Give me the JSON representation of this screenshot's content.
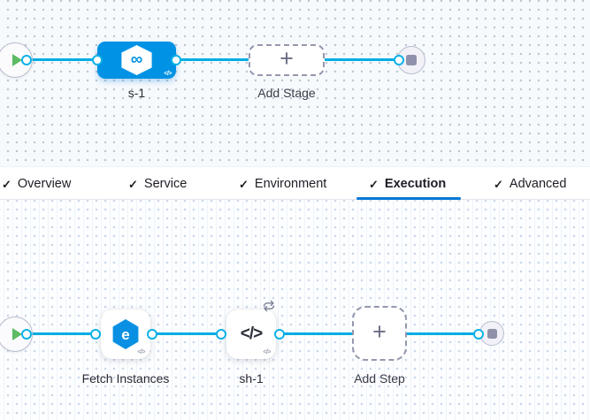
{
  "colors": {
    "flow_line": "#00ade4",
    "stage_blue": "#0092e4",
    "tab_active_underline": "#0278d5",
    "play_green": "#5dbb63",
    "stop_gray": "#8f91aa",
    "dashed_border": "#9597ad"
  },
  "icons": {
    "check": "✓",
    "plus": "+",
    "infinity": "∞",
    "code": "</>",
    "elastigroup_letter": "e",
    "loop": "loop-strategy",
    "play": "play",
    "stop": "stop"
  },
  "stage_canvas": {
    "stage_label": "s-1",
    "add_stage_label": "Add Stage"
  },
  "tabs": [
    {
      "label": "Overview",
      "checked": true,
      "active": false
    },
    {
      "label": "Service",
      "checked": true,
      "active": false
    },
    {
      "label": "Environment",
      "checked": true,
      "active": false
    },
    {
      "label": "Execution",
      "checked": true,
      "active": true
    },
    {
      "label": "Advanced",
      "checked": true,
      "active": false
    }
  ],
  "execution_canvas": {
    "steps": [
      {
        "label": "Fetch Instances",
        "icon": "elastigroup-icon"
      },
      {
        "label": "sh-1",
        "icon": "shell-script-icon",
        "has_loop": true
      }
    ],
    "add_step_label": "Add Step"
  }
}
